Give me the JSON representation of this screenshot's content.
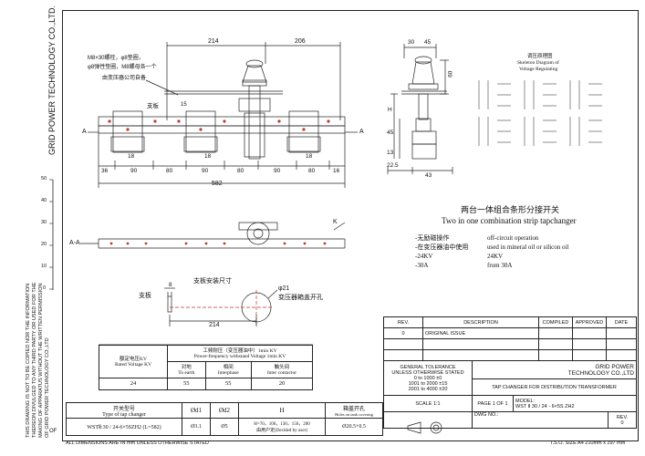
{
  "company_vertical": "GRID POWER TECHNOLOGY CO.,LTD.",
  "warning_vertical": [
    "THIS DRAWING IS NOT TO BE COPIED NOR THE INFORMATION",
    "THEREON DIVULGED TO ANY THIRD PARTY OR USED FOR THE",
    "MAKING OF APPARATUS WITHOUT THE WRITTEN PERMISSION",
    "OF GRID POWER TECHNOLOGY CO.,LTD"
  ],
  "scale_ticks": [
    "50",
    "40",
    "30",
    "20",
    "10",
    "0"
  ],
  "left_margin_initials": "OF",
  "footer_left": "ALL DIMENSIONS ARE IN mm UNLESS OTHERWISE STATED",
  "footer_right": "I.S.O. SIZE A4 210mm x 297 mm",
  "front_view": {
    "notes": [
      "M8×30螺栓，φ8垫圈，",
      "φ8弹性垫圈，M8螺母各一个",
      "由变压器公司自备"
    ],
    "dims_top": [
      "214",
      "206"
    ],
    "dim_15": "15",
    "label_zhiban": "支板",
    "label_A_left": "A",
    "label_A_right": "A",
    "dims_18": [
      "18",
      "18",
      "18"
    ],
    "dims_bottom": [
      "36",
      "90",
      "80",
      "90",
      "80",
      "90",
      "80",
      "90",
      "16"
    ],
    "dim_total": "582"
  },
  "side_view": {
    "dims_top": [
      "30",
      "45"
    ],
    "dim_60": "60",
    "dim_H": "H",
    "dims_mid": [
      "45",
      "13"
    ],
    "dims_bottom": [
      "22.5",
      "43"
    ]
  },
  "schematic": {
    "title_cn": "调压原理图",
    "title_en1": "Skeleton Diagram of",
    "title_en2": "Voltage Regulating"
  },
  "title_block_cn": "两台一体组合条形分接开关",
  "title_block_en": "Two in one combination strip tapchanger",
  "section_AA_label": "A-A",
  "section_K": "K",
  "specs": [
    {
      "cn": "-无励磁操作",
      "en": "off-circuit operation"
    },
    {
      "cn": "-在变压器油中使用",
      "en": "used in mineral oil or silicon oil"
    },
    {
      "cn": "-24KV",
      "en": "24KV"
    },
    {
      "cn": "-30A",
      "en": "from 30A"
    }
  ],
  "mount": {
    "title": "支板安装尺寸",
    "label_plate": "支板",
    "dim_8": "8",
    "dim_214": "214",
    "dia": "φ21",
    "hole_label": "变压器箱盖开孔"
  },
  "rating_table": {
    "h1_cn": "额定电压KV",
    "h1_en": "Rated Voltage KV",
    "h2_cn": "工频耐压（变压器油中）1min KV",
    "h2_en": "Power-frequency withstand Voltage 1min KV",
    "sub": [
      {
        "cn": "对地",
        "en": "To earth"
      },
      {
        "cn": "相间",
        "en": "Interphase"
      },
      {
        "cn": "触头间",
        "en": "Inter contactor"
      }
    ],
    "values": [
      "24",
      "55",
      "55",
      "20"
    ]
  },
  "type_table": {
    "h_type_cn": "开关型号",
    "h_type_en": "Type of tap changer",
    "h_d1": "Ød1",
    "h_d2": "Ød2",
    "h_H": "H",
    "h_hole_cn": "箱盖开孔",
    "h_hole_en": "Holes on tank covering",
    "type_value": "WSTⅡ:30 / 24-6×5SZH2  (L=582)",
    "d1_value": "Ø3.1",
    "d2_value": "Ø5",
    "H_value1": "H=70，100，130，150，200",
    "H_value2": "由用户定(Decided by user)",
    "hole_value": "Ø20.5+0.5"
  },
  "revision": {
    "headers": [
      "REV.",
      "DESCRIPTION",
      "COMPILED",
      "APPROVED",
      "DATE"
    ],
    "row": [
      "0",
      "ORIGINAL ISSUE"
    ]
  },
  "tolerance": {
    "title": "GENERAL TOLERANCE",
    "line1": "UNLESS OTHERWISE STATED",
    "line2": "0 to 1000  ±0",
    "line3": "1001 to 2000  ±15",
    "line4": "2001 to 4000  ±20"
  },
  "company_block": [
    "GRID POWER",
    "TECHNOLOGY CO.,LTD"
  ],
  "drawing_title": "TAP CHANGER FOR DISTRIBUTION TRANSFORMER",
  "scale_label": "SCALE 1:1",
  "page_label": "PAGE 1 OF 1",
  "model_label": "MODEL:",
  "model_value": "WST Ⅱ 30 / 24 - 6×5S ZH2",
  "dwg_label": "DWG NO.:",
  "rev_label": "REV.",
  "rev_value": "0"
}
